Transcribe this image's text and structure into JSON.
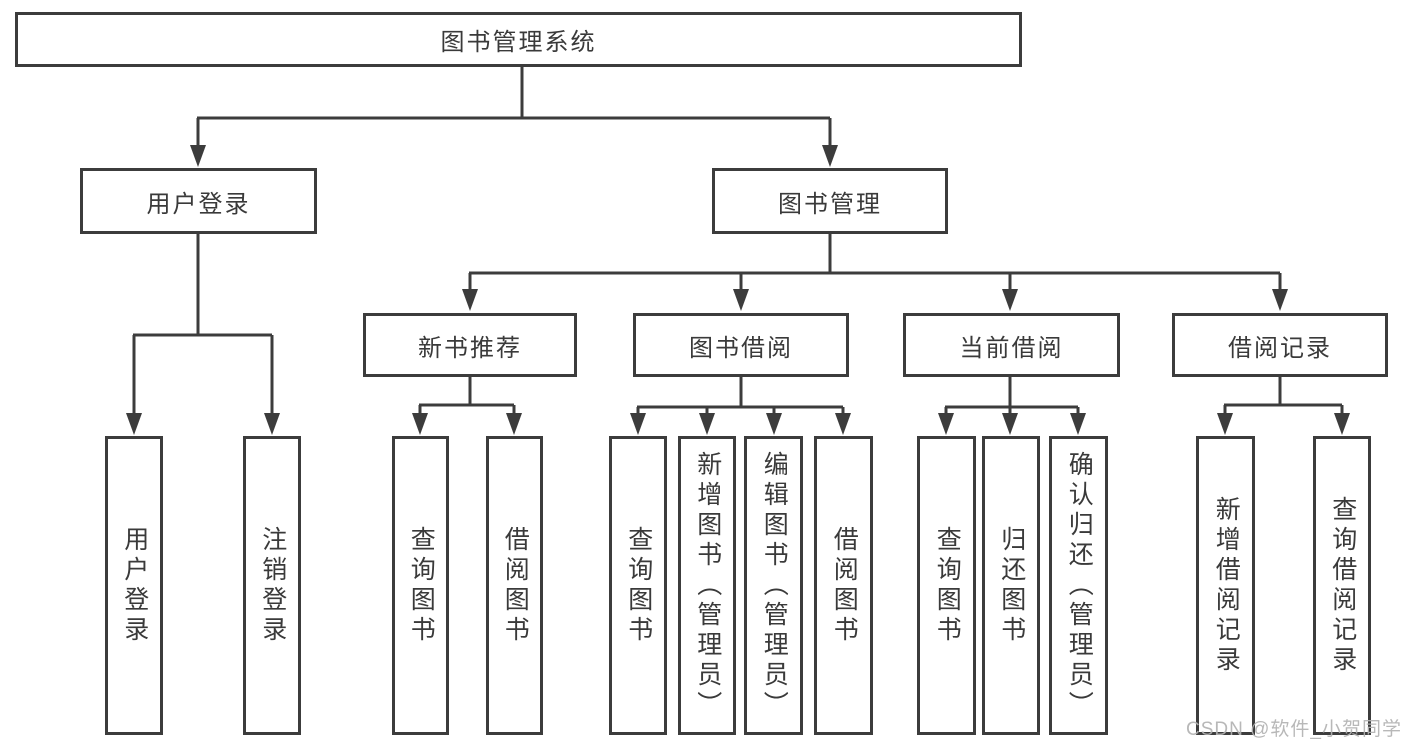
{
  "diagram": {
    "title": "图书管理系统",
    "tree": {
      "label": "图书管理系统",
      "children": [
        {
          "label": "用户登录",
          "children": [
            {
              "label": "用户登录"
            },
            {
              "label": "注销登录"
            }
          ]
        },
        {
          "label": "图书管理",
          "children": [
            {
              "label": "新书推荐",
              "children": [
                {
                  "label": "查询图书"
                },
                {
                  "label": "借阅图书"
                }
              ]
            },
            {
              "label": "图书借阅",
              "children": [
                {
                  "label": "查询图书"
                },
                {
                  "label": "新增图书（管理员）"
                },
                {
                  "label": "编辑图书（管理员）"
                },
                {
                  "label": "借阅图书"
                }
              ]
            },
            {
              "label": "当前借阅",
              "children": [
                {
                  "label": "查询图书"
                },
                {
                  "label": "归还图书"
                },
                {
                  "label": "确认归还（管理员）"
                }
              ]
            },
            {
              "label": "借阅记录",
              "children": [
                {
                  "label": "新增借阅记录"
                },
                {
                  "label": "查询借阅记录"
                }
              ]
            }
          ]
        }
      ]
    }
  },
  "watermark": {
    "text": "CSDN @软件_小贺同学"
  },
  "colors": {
    "line": "#3c3c3c",
    "text": "#3a3a3a",
    "background": "#ffffff",
    "watermark": "#b2b2b2"
  }
}
